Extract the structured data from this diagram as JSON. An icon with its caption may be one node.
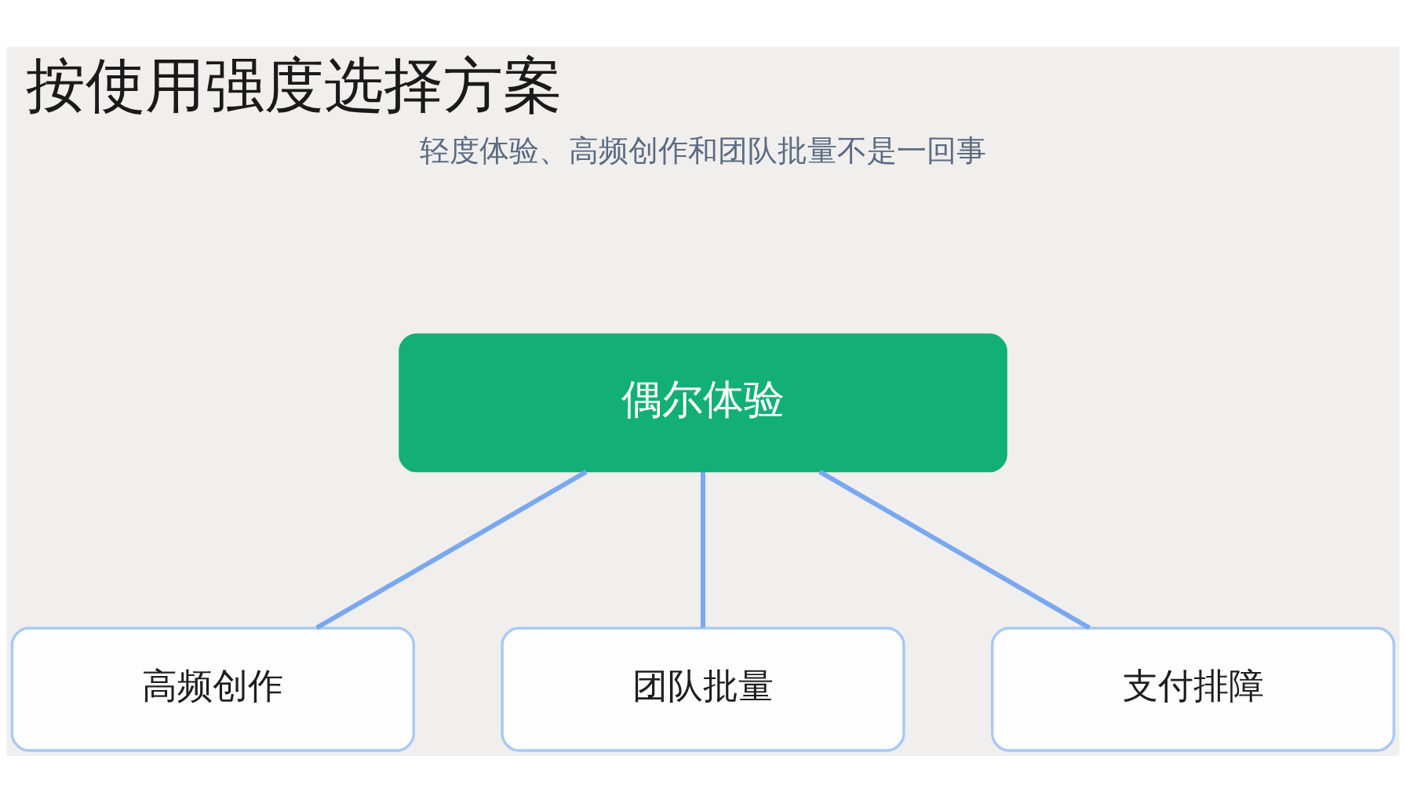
{
  "diagram": {
    "title": "按使用强度选择方案",
    "nodes": [
      {
        "text": [
          "偶尔体验"
        ]
      },
      {
        "text": [
          "高频创作"
        ]
      },
      {
        "text": [
          "团队批量"
        ]
      },
      {
        "text": [
          "支付排障"
        ]
      }
    ],
    "edges": [
      {
        "from": 0,
        "to": 1,
        "arrow": "none"
      },
      {
        "from": 0,
        "to": 2,
        "arrow": "none"
      },
      {
        "from": 0,
        "to": 3,
        "arrow": "none"
      }
    ],
    "labels": [
      "轻度体验、高频创作和团队批量不是一回事"
    ]
  }
}
